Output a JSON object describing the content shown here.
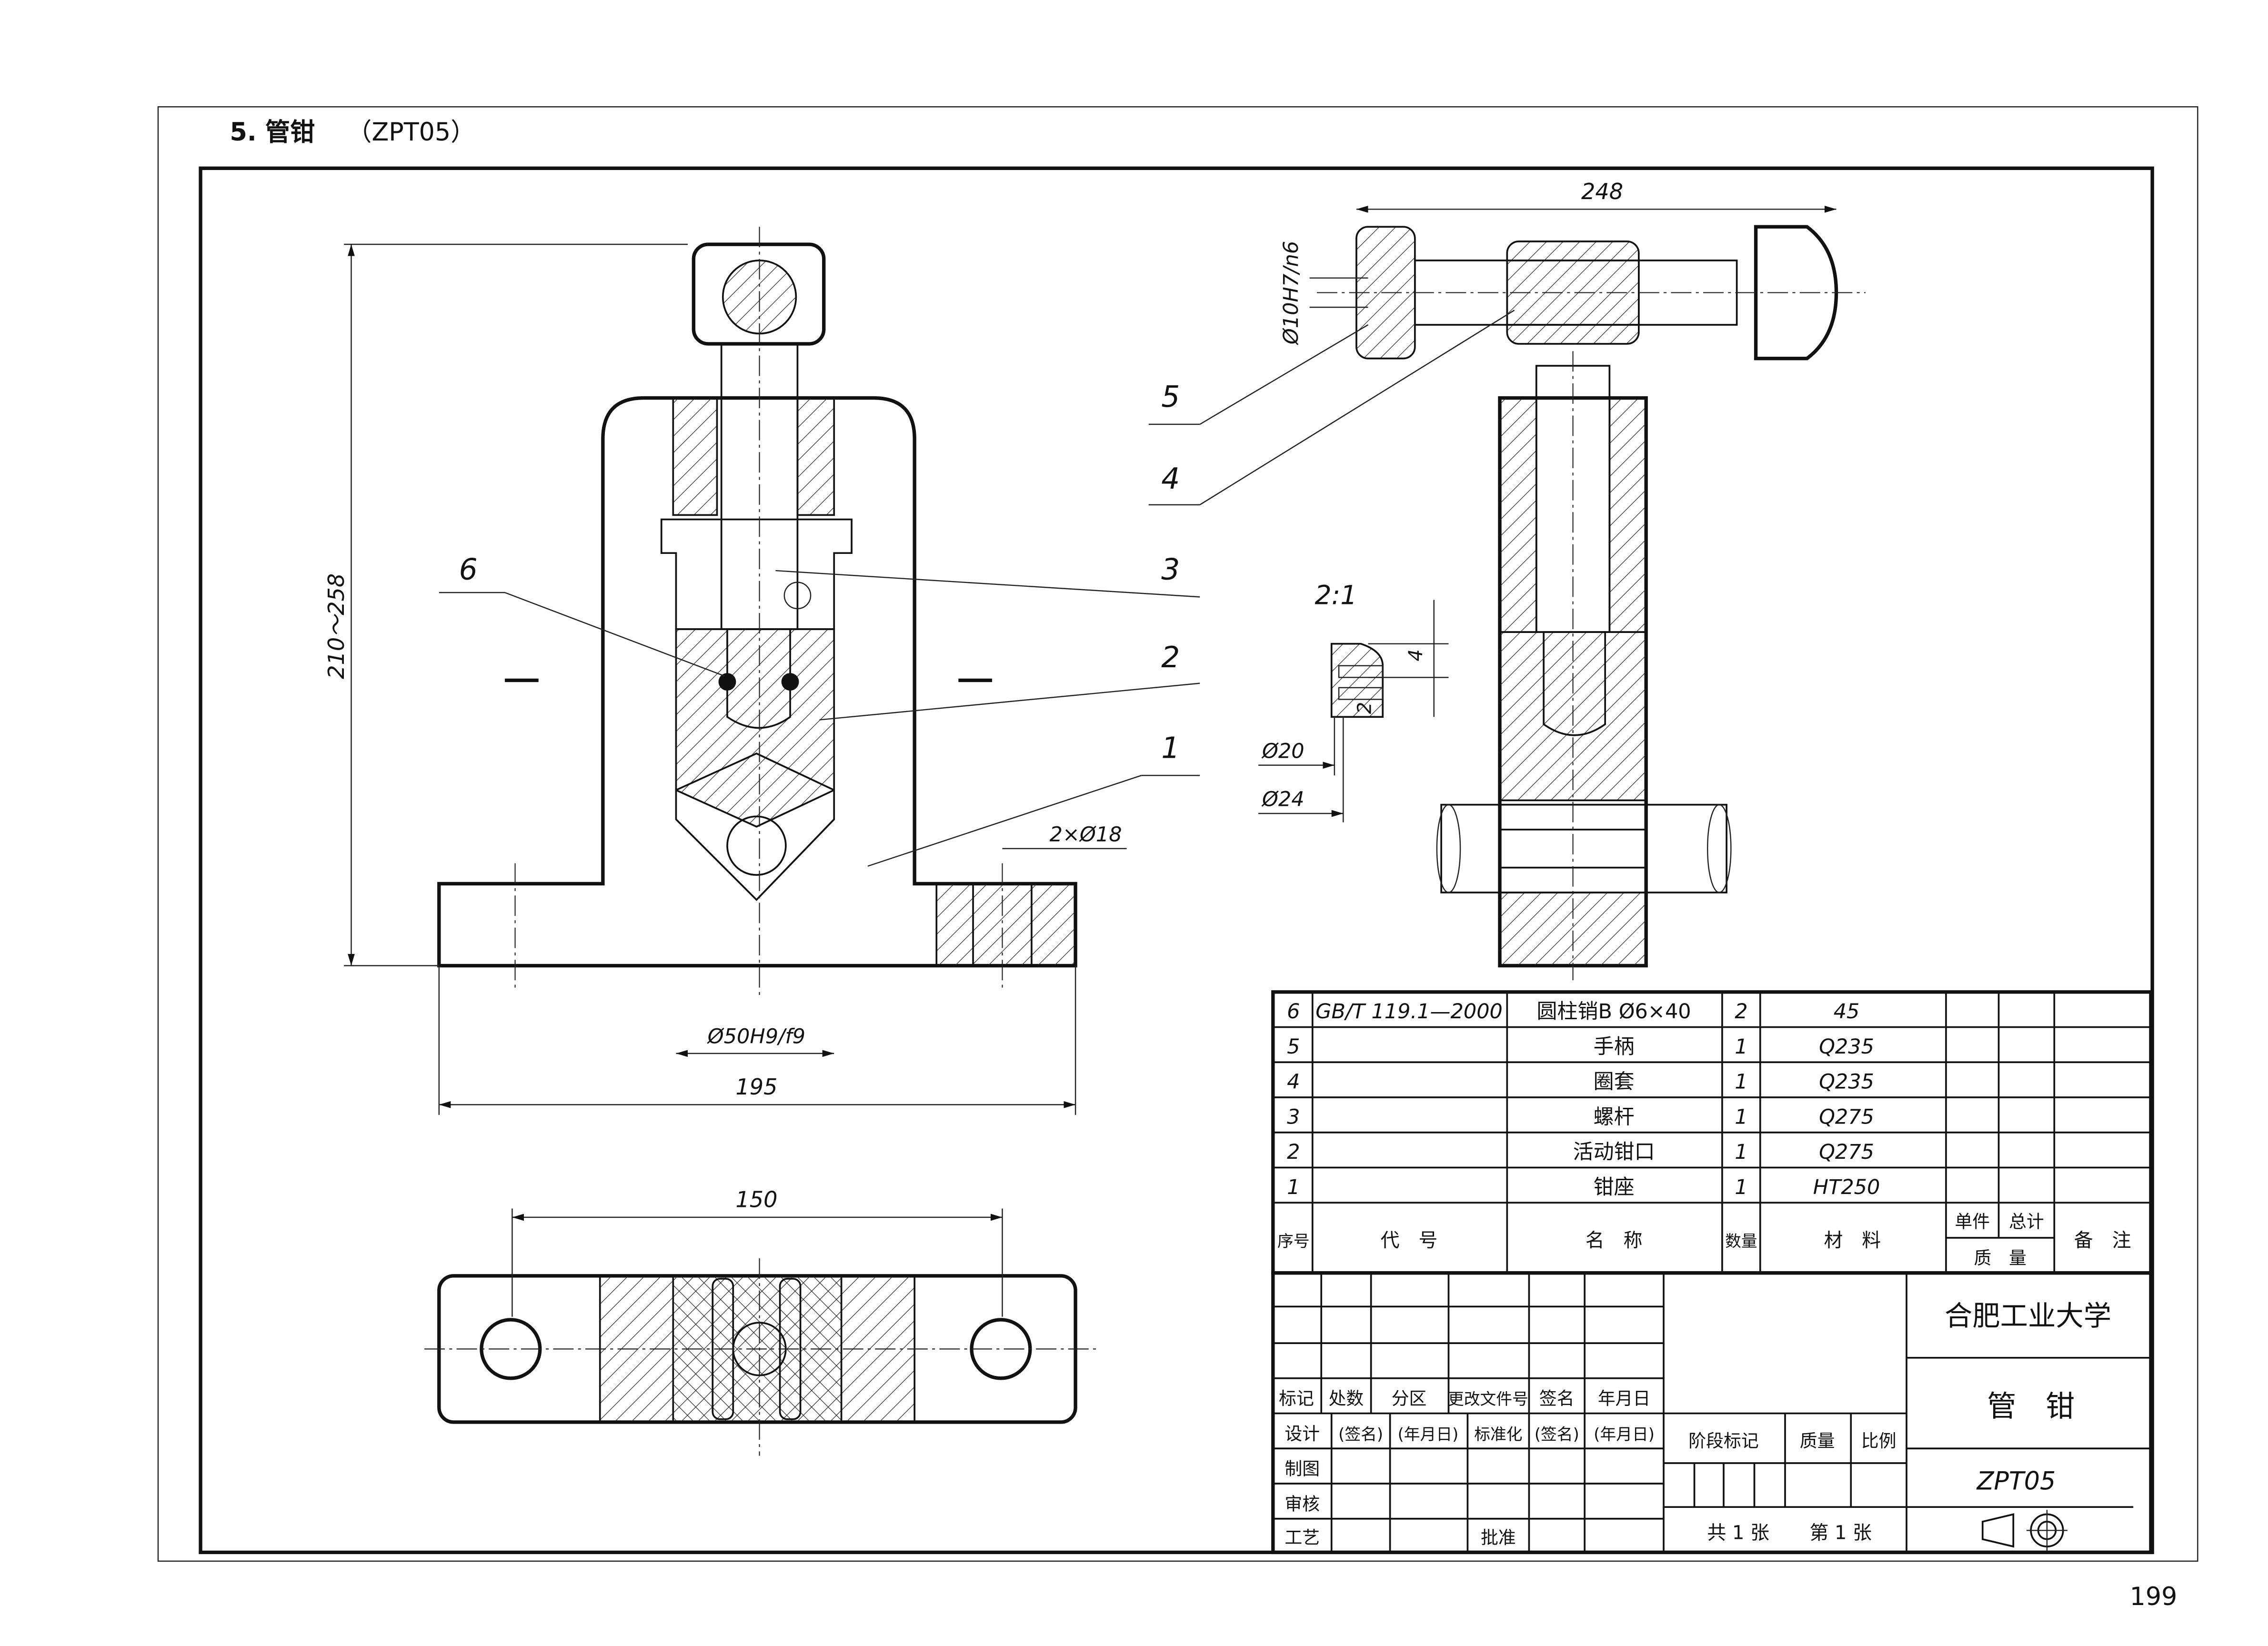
{
  "header": {
    "section": "5. 管钳",
    "code": "（ZPT05）"
  },
  "page_number": "199",
  "dims": {
    "height_range": "210～258",
    "fit": "Ø50H9/f9",
    "width": "195",
    "top_width": "150",
    "holes": "2×Ø18",
    "handle_length": "248",
    "pin_fit": "Ø10H7/n6",
    "scale_detail": "2:1",
    "d20": "Ø20",
    "d24": "Ø24",
    "dim4": "4",
    "dim2": "2"
  },
  "balloons": [
    "1",
    "2",
    "3",
    "4",
    "5",
    "6"
  ],
  "parts": [
    {
      "no": "6",
      "code": "GB/T 119.1—2000",
      "name": "圆柱销B Ø6×40",
      "qty": "2",
      "material": "45"
    },
    {
      "no": "5",
      "code": "",
      "name": "手柄",
      "qty": "1",
      "material": "Q235"
    },
    {
      "no": "4",
      "code": "",
      "name": "圈套",
      "qty": "1",
      "material": "Q235"
    },
    {
      "no": "3",
      "code": "",
      "name": "螺杆",
      "qty": "1",
      "material": "Q275"
    },
    {
      "no": "2",
      "code": "",
      "name": "活动钳口",
      "qty": "1",
      "material": "Q275"
    },
    {
      "no": "1",
      "code": "",
      "name": "钳座",
      "qty": "1",
      "material": "HT250"
    }
  ],
  "parts_header": {
    "no": "序号",
    "code": "代　号",
    "name": "名　称",
    "qty": "数量",
    "material": "材　料",
    "unit": "单件",
    "total": "总计",
    "mass": "质　量",
    "remark": "备　注"
  },
  "title_block": {
    "row_labels": [
      "标记",
      "处数",
      "分区",
      "更改文件号",
      "签名",
      "年月日"
    ],
    "design_row": [
      "设计",
      "(签名)",
      "(年月日)",
      "标准化",
      "(签名)",
      "(年月日)"
    ],
    "draw": "制图",
    "check": "审核",
    "process": "工艺",
    "approve": "批准",
    "stage": "阶段标记",
    "mass": "质量",
    "scale": "比例",
    "sheets_total": "共 1 张",
    "sheet_no": "第 1 张",
    "school": "合肥工业大学",
    "drawing_name": "管　钳",
    "drawing_no": "ZPT05"
  }
}
